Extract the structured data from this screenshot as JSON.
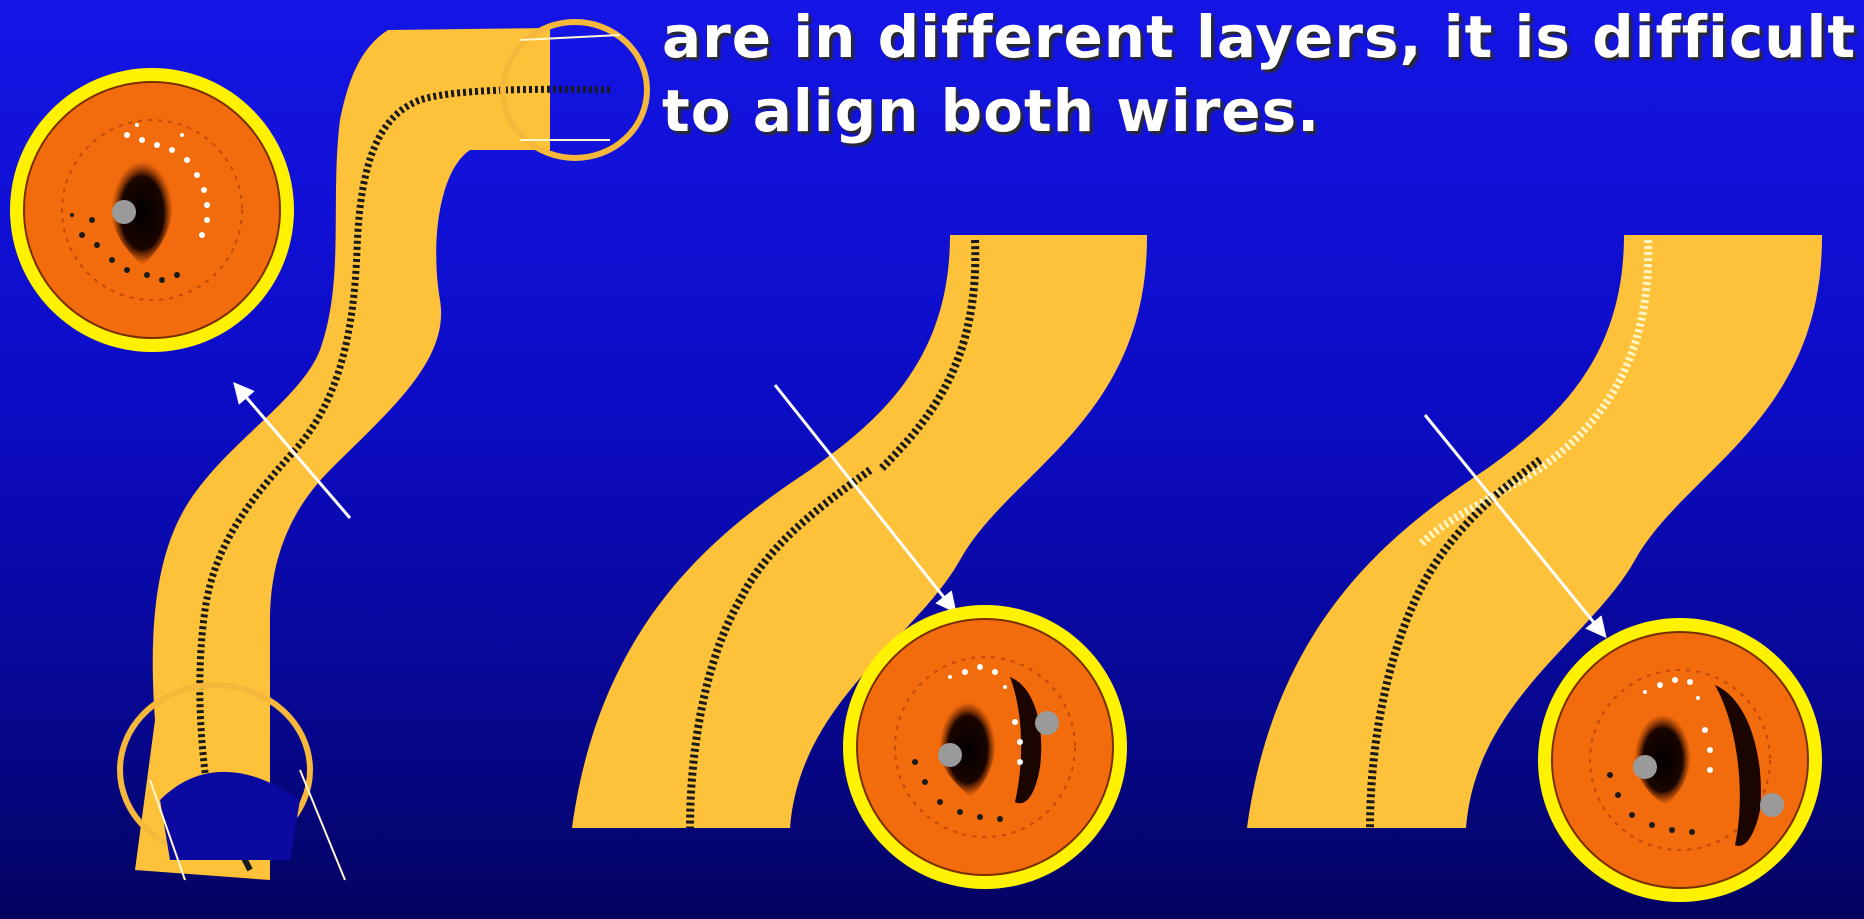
{
  "slide": {
    "title_lines": [
      "are in different layers, it is difficult",
      "to align both wires."
    ]
  },
  "colors": {
    "background": "#0c0cc4",
    "vessel": "#fdc23a",
    "tissue": "#f26b0c",
    "ring": "#fff200",
    "wire_dark": "#1a1a1a",
    "wire_light": "#fff4c4",
    "guide_line": "#ffffff"
  },
  "icons": [
    "magnify-circle",
    "cross-section",
    "arrow"
  ]
}
